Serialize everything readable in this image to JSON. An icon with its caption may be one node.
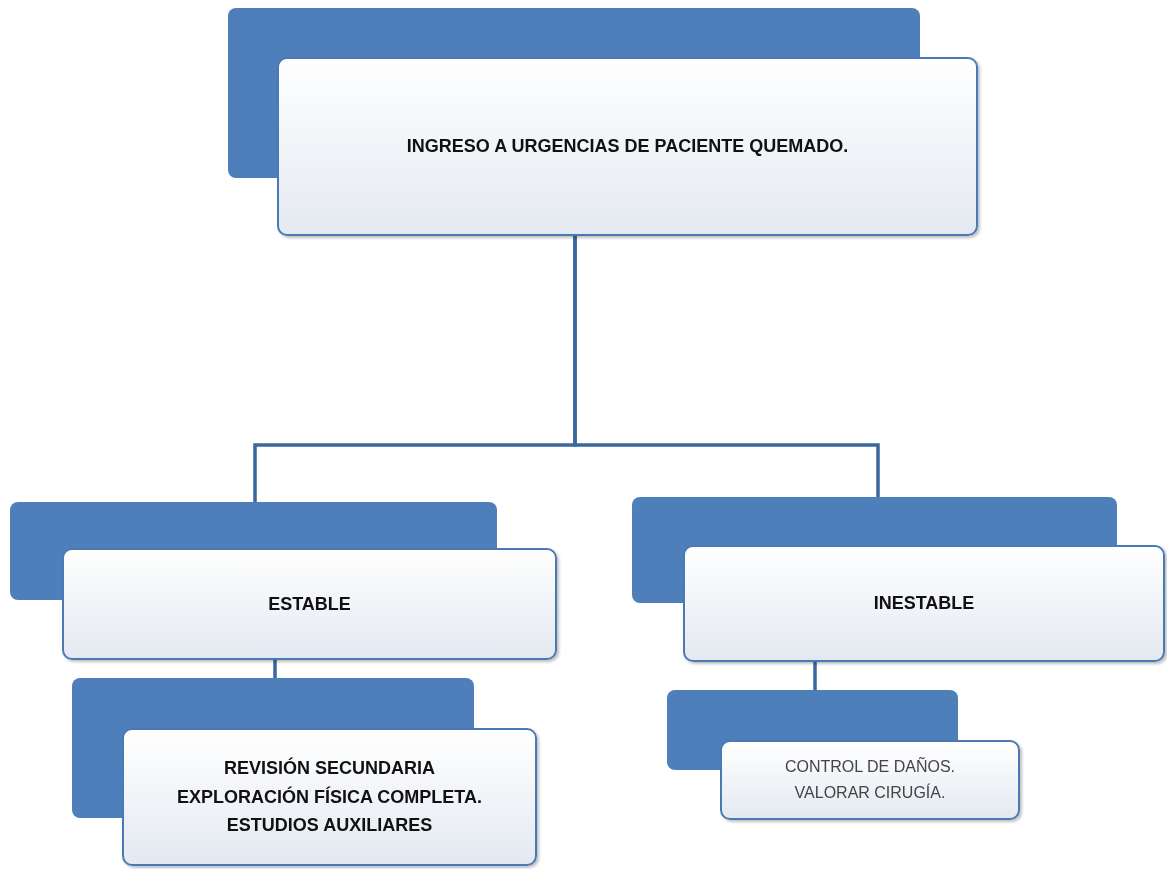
{
  "diagram": {
    "nodes": [
      {
        "text": [
          "INGRESO A URGENCIAS DE PACIENTE QUEMADO."
        ]
      },
      {
        "text": [
          "ESTABLE"
        ]
      },
      {
        "text": [
          "INESTABLE"
        ]
      },
      {
        "text": [
          "REVISIÓN SECUNDARIA",
          "EXPLORACIÓN FÍSICA COMPLETA.",
          "ESTUDIOS AUXILIARES"
        ]
      },
      {
        "text": [
          "CONTROL DE DAÑOS.",
          "VALORAR CIRUGÍA."
        ]
      }
    ],
    "edges": [
      {
        "from": 0,
        "to": 1,
        "arrow": "none"
      },
      {
        "from": 0,
        "to": 2,
        "arrow": "none"
      },
      {
        "from": 1,
        "to": 3,
        "arrow": "none"
      },
      {
        "from": 2,
        "to": 4,
        "arrow": "none"
      }
    ]
  }
}
